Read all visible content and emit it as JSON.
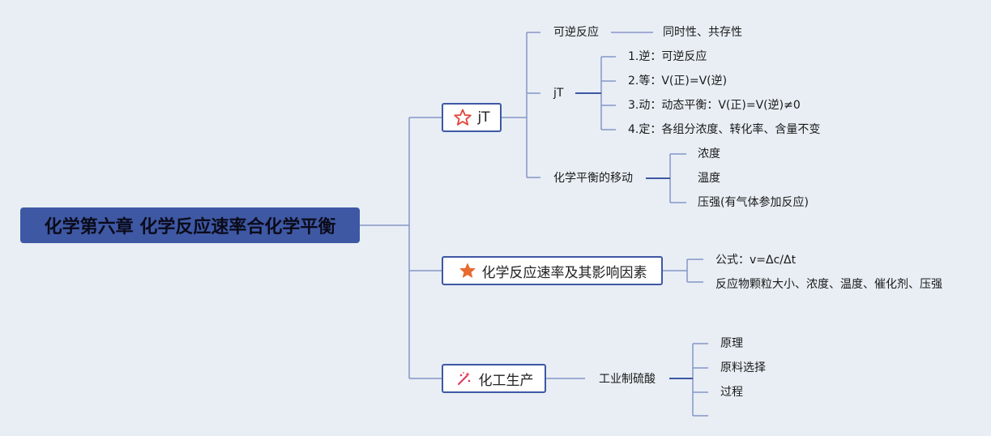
{
  "root": {
    "title": "化学第六章 化学反应速率合化学平衡"
  },
  "branches": {
    "b1": {
      "label": "jT",
      "icon": "star-outline-icon",
      "children": {
        "reversible": {
          "label": "可逆反应",
          "child": "同时性、共存性"
        },
        "jt": {
          "label": "jT",
          "items": [
            "1.逆：可逆反应",
            "2.等：V(正)=V(逆)",
            "3.动：动态平衡：V(正)=V(逆)≠0",
            "4.定：各组分浓度、转化率、含量不变"
          ]
        },
        "shift": {
          "label": "化学平衡的移动",
          "items": [
            "浓度",
            "温度",
            "压强(有气体参加反应)"
          ]
        }
      }
    },
    "b2": {
      "label": "化学反应速率及其影响因素",
      "icon": "star-filled-icon",
      "items": [
        "公式：v=Δc/Δt",
        "反应物颗粒大小、浓度、温度、催化剂、压强"
      ]
    },
    "b3": {
      "label": "化工生产",
      "icon": "sparkle-icon",
      "child": {
        "label": "工业制硫酸",
        "items": [
          "原理",
          "原料选择",
          "过程",
          ""
        ]
      }
    }
  },
  "colors": {
    "root_bg": "#3e58a4",
    "border": "#3e58a4",
    "line": "#8596c8",
    "icon_red": "#e0453a",
    "icon_orange": "#e86a2e",
    "icon_pink": "#e0365a"
  }
}
